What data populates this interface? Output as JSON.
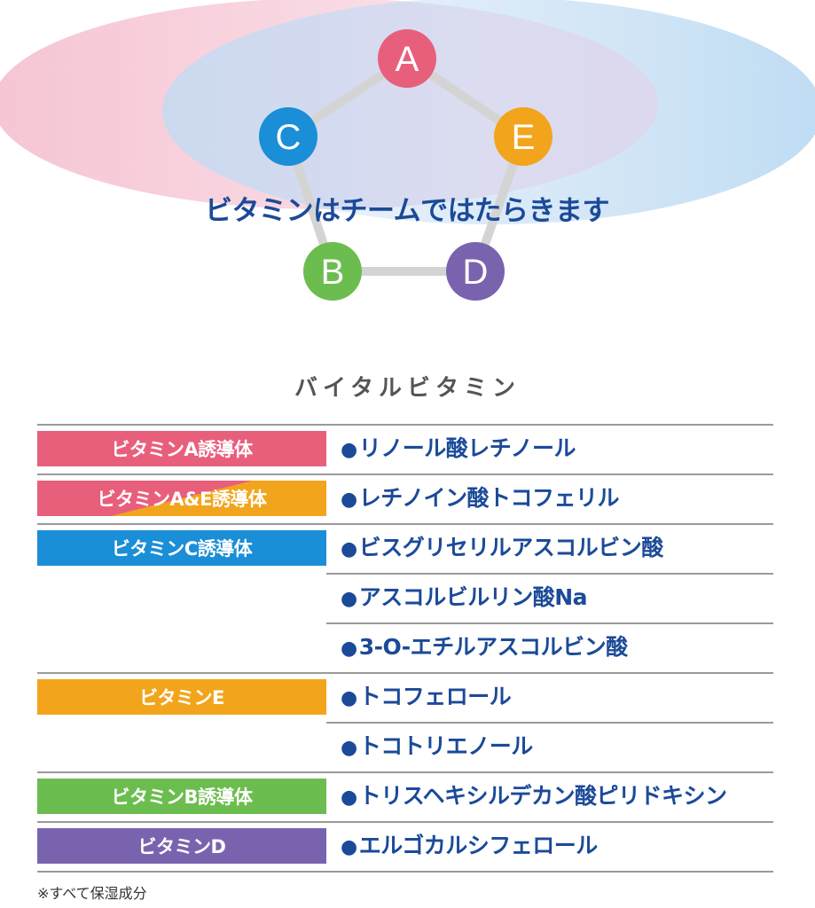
{
  "diagram": {
    "tagline": "ビタミンはチームではたらきます",
    "nodes": [
      {
        "id": "A",
        "label": "A",
        "color": "#e85f7c"
      },
      {
        "id": "C",
        "label": "C",
        "color": "#1a8ed6"
      },
      {
        "id": "E",
        "label": "E",
        "color": "#f2a51c"
      },
      {
        "id": "B",
        "label": "B",
        "color": "#6cbd4f"
      },
      {
        "id": "D",
        "label": "D",
        "color": "#7a63ae"
      }
    ],
    "edges": [
      [
        "A",
        "E"
      ],
      [
        "E",
        "D"
      ],
      [
        "D",
        "B"
      ],
      [
        "B",
        "C"
      ],
      [
        "C",
        "A"
      ]
    ],
    "edge_color": "#d4d4d4"
  },
  "section_title": "バイタルビタミン",
  "bullet": "●",
  "rows": [
    {
      "tag": "ビタミンA誘導体",
      "tag_color": "#e85f7c",
      "item": "リノール酸レチノール"
    },
    {
      "tag": "ビタミンA&E誘導体",
      "tag_color": "#e85f7c",
      "tag_color2": "#f2a51c",
      "item": "レチノイン酸トコフェリル"
    },
    {
      "tag": "ビタミンC誘導体",
      "tag_color": "#1a8ed6",
      "item": "ビスグリセリルアスコルビン酸"
    },
    {
      "tag": null,
      "item": "アスコルビルリン酸Na"
    },
    {
      "tag": null,
      "item": "3-O-エチルアスコルビン酸"
    },
    {
      "tag": "ビタミンE",
      "tag_color": "#f2a51c",
      "item": "トコフェロール"
    },
    {
      "tag": null,
      "item": "トコトリエノール"
    },
    {
      "tag": "ビタミンB誘導体",
      "tag_color": "#6cbd4f",
      "item": "トリスヘキシルデカン酸ピリドキシン"
    },
    {
      "tag": "ビタミンD",
      "tag_color": "#7a63ae",
      "item": "エルゴカルシフェロール"
    }
  ],
  "footnote": "※すべて保湿成分"
}
